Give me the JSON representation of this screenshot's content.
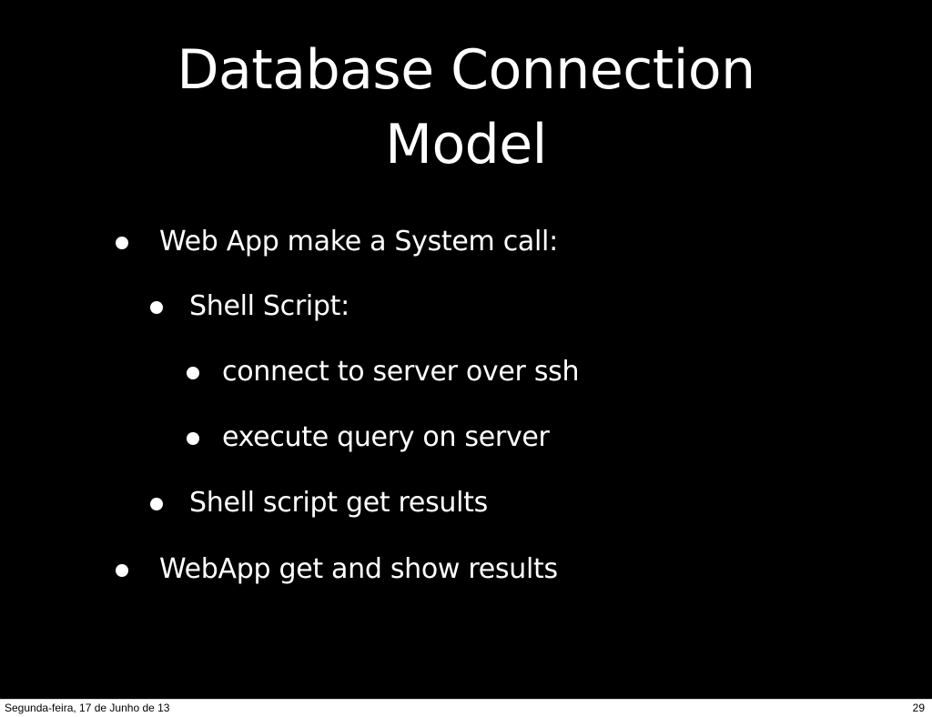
{
  "slide": {
    "title_lines": [
      "Database Connection",
      "Model"
    ],
    "bullets": [
      {
        "level": 1,
        "text": "Web App make a System call:"
      },
      {
        "level": 2,
        "text": "Shell Script:"
      },
      {
        "level": 3,
        "text": "connect to server over ssh"
      },
      {
        "level": 3,
        "text": "execute query on server"
      },
      {
        "level": 2,
        "text": "Shell script get results"
      },
      {
        "level": 1,
        "text": "WebApp get and show results"
      }
    ],
    "colors": {
      "background": "#000000",
      "text": "#ffffff"
    }
  },
  "footer": {
    "date": "Segunda-feira, 17 de Junho de 13",
    "page_number": "29"
  }
}
